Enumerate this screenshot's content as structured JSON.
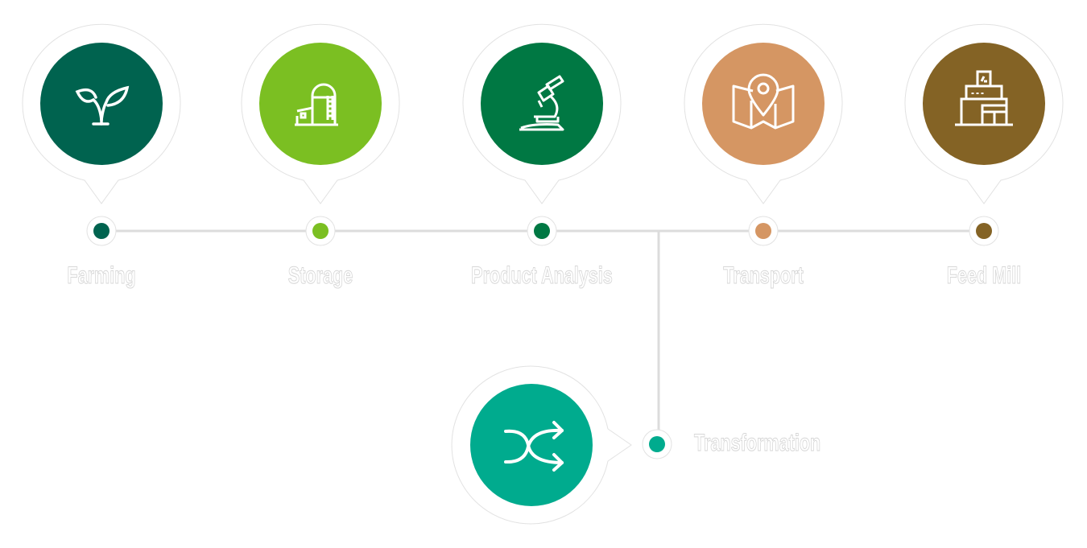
{
  "steps": [
    {
      "label": "Farming",
      "icon": "sprout-icon",
      "color": "#00634f"
    },
    {
      "label": "Storage",
      "icon": "silo-icon",
      "color": "#7bbf22"
    },
    {
      "label": "Product Analysis",
      "icon": "microscope-icon",
      "color": "#007843"
    },
    {
      "label": "Transport",
      "icon": "map-pin-icon",
      "color": "#d59663"
    },
    {
      "label": "Feed Mill",
      "icon": "factory-icon",
      "color": "#846325"
    }
  ],
  "branch": {
    "label": "Transformation",
    "icon": "shuffle-icon",
    "color": "#00ab8e"
  }
}
